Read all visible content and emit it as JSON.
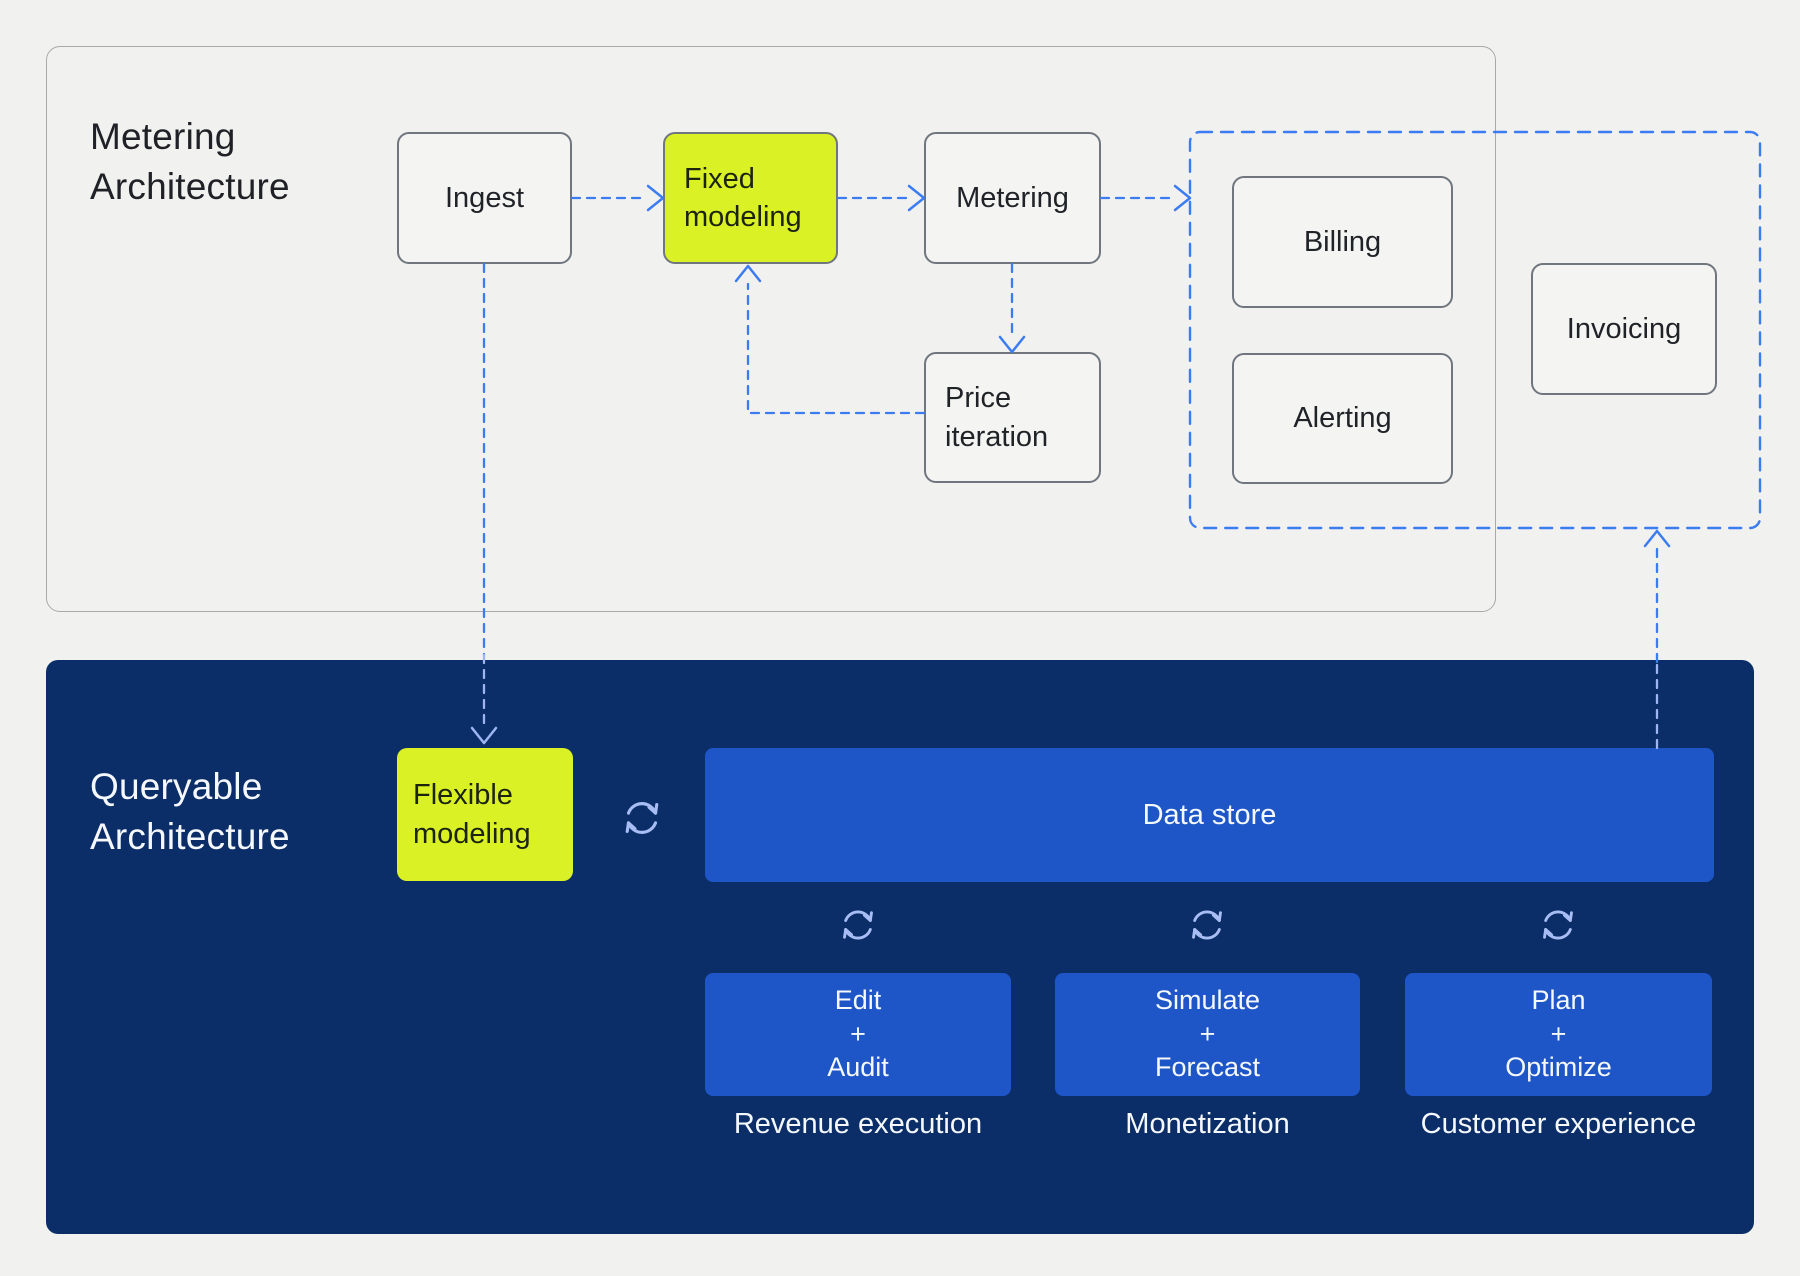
{
  "colors": {
    "background": "#f1f1ef",
    "panel_border": "#a7a9ab",
    "node_border": "#6f767e",
    "lime_highlight": "#daf126",
    "navy_panel": "#0b2e68",
    "blue_fill": "#1e56c8",
    "arrow_blue": "#3c7cf3",
    "arrow_light_blue": "#9db5f2",
    "sync_icon": "#a7bdf3",
    "dark_text": "#1f2126",
    "light_text": "#f5f8fc"
  },
  "icons": {
    "sync": "circular-refresh-arrows"
  },
  "metering": {
    "title": "Metering Architecture",
    "nodes": {
      "ingest": "Ingest",
      "fixed_modeling": "Fixed modeling",
      "metering": "Metering",
      "price_iteration": "Price iteration",
      "billing": "Billing",
      "alerting": "Alerting",
      "invoicing": "Invoicing"
    }
  },
  "queryable": {
    "title": "Queryable Architecture",
    "flexible_modeling": "Flexible modeling",
    "data_store": "Data store",
    "cards": [
      {
        "lines": [
          "Edit",
          "+",
          "Audit"
        ],
        "label": "Revenue execution"
      },
      {
        "lines": [
          "Simulate",
          "+",
          "Forecast"
        ],
        "label": "Monetization"
      },
      {
        "lines": [
          "Plan",
          "+",
          "Optimize"
        ],
        "label": "Customer experience"
      }
    ]
  }
}
